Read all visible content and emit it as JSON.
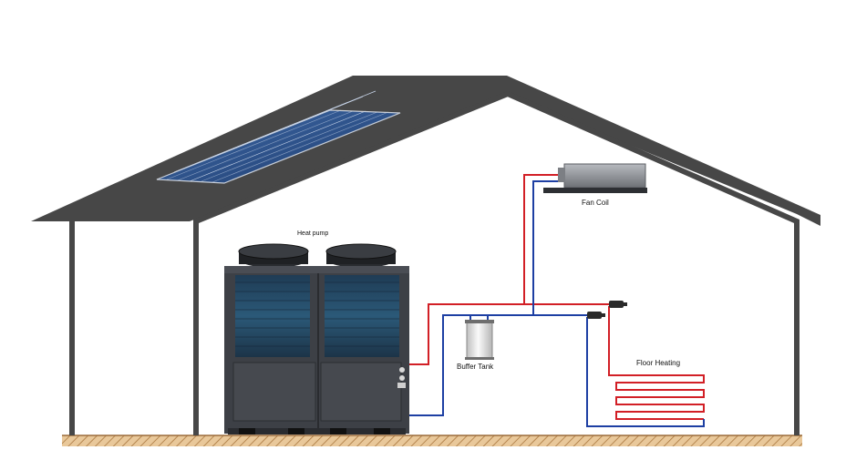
{
  "labels": {
    "heat_pump": "Heat pump",
    "fan_coil": "Fan Coil",
    "buffer_tank": "Buffer Tank",
    "floor_heating": "Floor Heating"
  },
  "colors": {
    "roof": "#474747",
    "wall": "#474747",
    "supply_pipe": "#d21f26",
    "return_pipe": "#1d3fa3",
    "heat_pump_body": "#3d4046",
    "solar_panel": "#2c4f8a",
    "ground": "#c99a62",
    "fan_coil": "#8c8f94",
    "tank_body": "#e6e6e6"
  },
  "icons": [
    "solar-panel-icon",
    "heat-pump-icon",
    "fan-coil-icon",
    "buffer-tank-icon",
    "floor-heating-coil-icon",
    "valve-icon"
  ]
}
